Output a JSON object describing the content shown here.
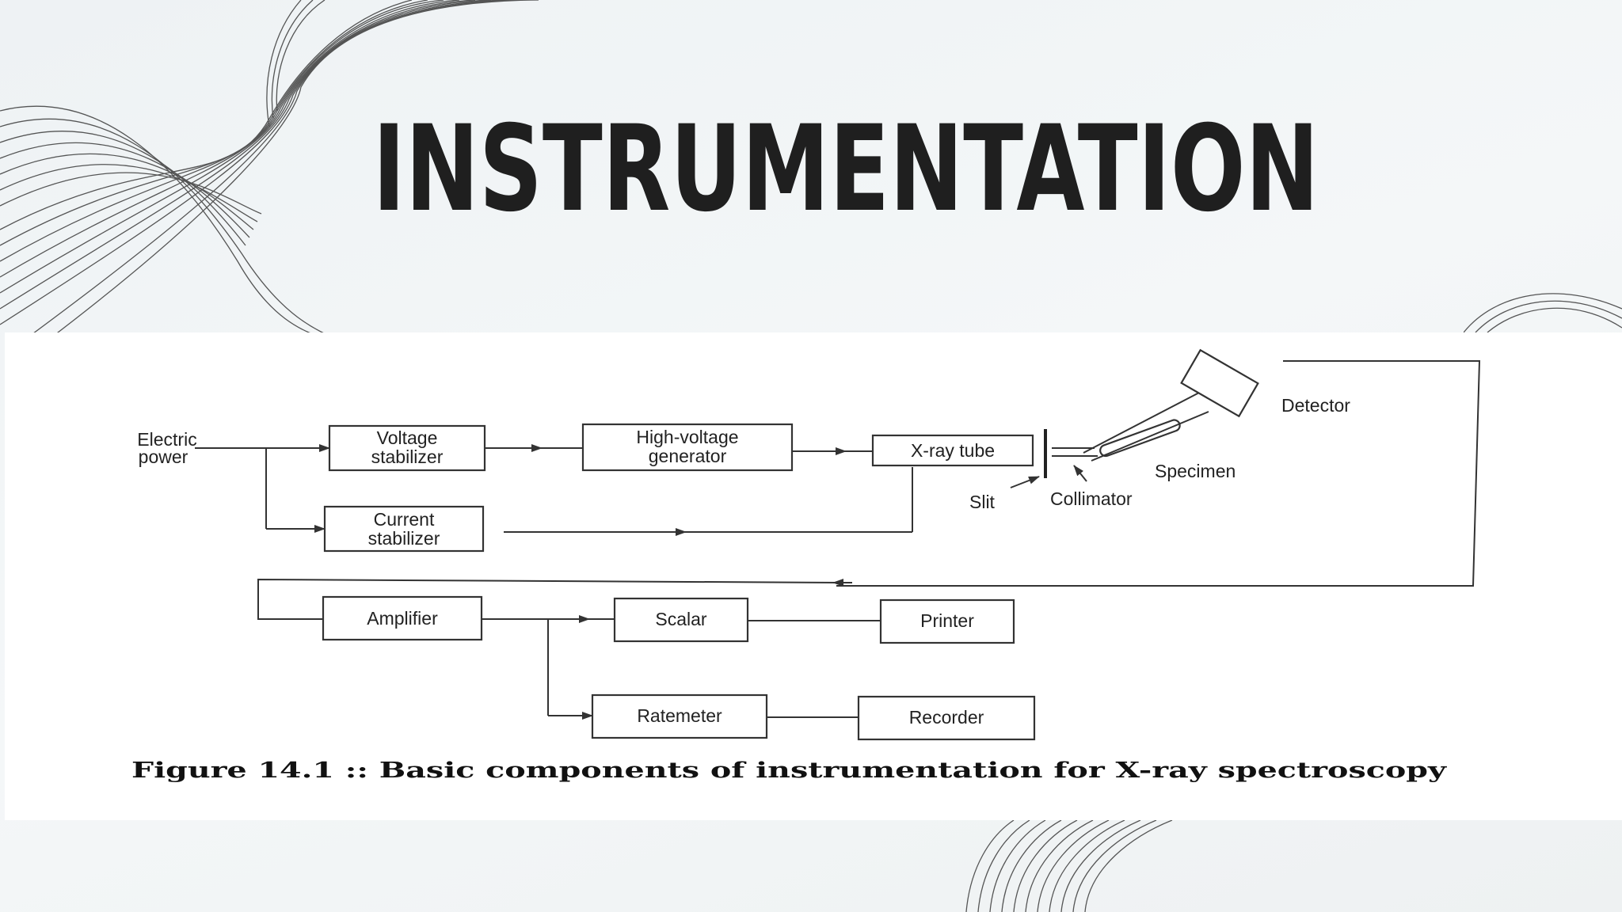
{
  "slide": {
    "title": "INSTRUMENTATION"
  },
  "figure": {
    "caption": "Figure 14.1 :: Basic components of instrumentation for X-ray spectroscopy",
    "input_label_line1": "Electric",
    "input_label_line2": "power",
    "blocks": {
      "voltage_stabilizer_1": "Voltage",
      "voltage_stabilizer_2": "stabilizer",
      "current_stabilizer_1": "Current",
      "current_stabilizer_2": "stabilizer",
      "hv_generator_1": "High-voltage",
      "hv_generator_2": "generator",
      "xray_tube": "X-ray tube",
      "amplifier": "Amplifier",
      "scalar": "Scalar",
      "printer": "Printer",
      "ratemeter": "Ratemeter",
      "recorder": "Recorder"
    },
    "parts": {
      "detector": "Detector",
      "specimen": "Specimen",
      "collimator": "Collimator",
      "slit": "Slit"
    }
  },
  "colors": {
    "ink": "#1f1f1f",
    "panel": "#ffffff",
    "background": "#f1f5f6"
  }
}
